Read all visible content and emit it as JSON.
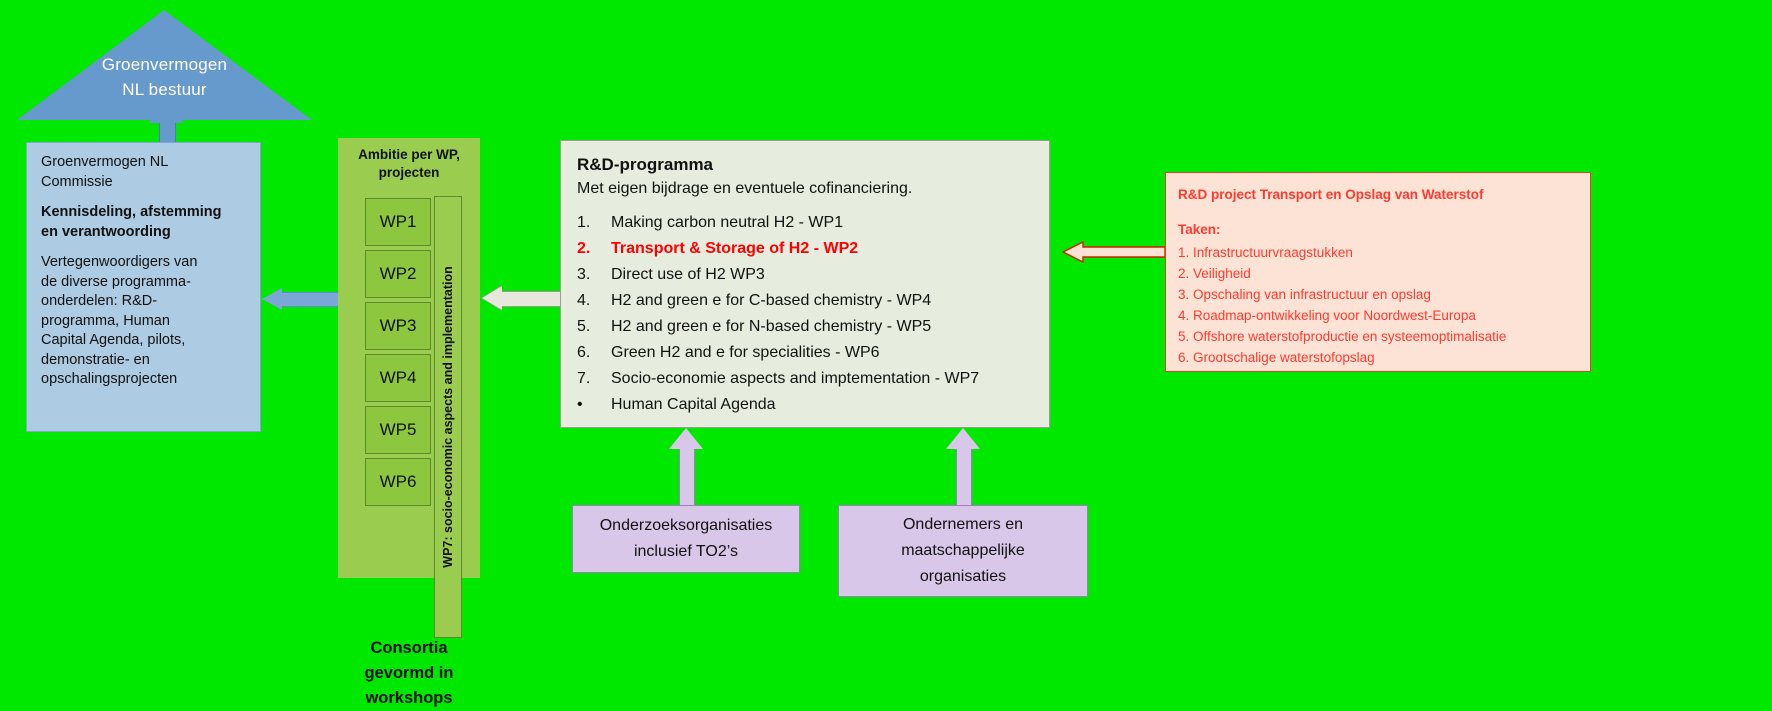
{
  "roof": {
    "line1": "Groenvermogen",
    "line2": "NL bestuur"
  },
  "commission_box": {
    "line1": "Groenvermogen  NL",
    "line2": "Commissie",
    "bold1": "Kennisdeling, afstemming",
    "bold2": "en verantwoording",
    "body": "Vertegenwoordigers van de diverse programma-onderdelen: R&D-programma, Human Capital Agenda, pilots, demonstratie- en opschalingsprojecten",
    "body_lines": [
      "Vertegenwoordigers van",
      "de diverse programma-",
      "onderdelen: R&D-",
      "programma, Human",
      "Capital Agenda, pilots,",
      "demonstratie- en",
      "opschalingsprojecten"
    ]
  },
  "wp_column": {
    "title_line1": "Ambitie per WP,",
    "title_line2": "projecten",
    "items": [
      "WP1",
      "WP2",
      "WP3",
      "WP4",
      "WP5",
      "WP6"
    ],
    "vertical_label": "WP7: socio-economic aspects and implementation",
    "footer_line1": "Consortia",
    "footer_line2": "gevormd in",
    "footer_line3": "workshops"
  },
  "rd_box": {
    "title": "R&D-programma",
    "subtitle": "Met eigen bijdrage en eventuele cofinanciering.",
    "items": [
      {
        "num": "1.",
        "text": "Making carbon neutral H2 -  WP1",
        "highlight": false
      },
      {
        "num": "2.",
        "text": "Transport & Storage of  H2 - WP2",
        "highlight": true
      },
      {
        "num": "3.",
        "text": "Direct use of H2    WP3",
        "highlight": false
      },
      {
        "num": "4.",
        "text": "H2 and green e for C-based chemistry  - WP4",
        "highlight": false
      },
      {
        "num": "5.",
        "text": "H2 and green e for N-based chemistry -  WP5",
        "highlight": false
      },
      {
        "num": "6.",
        "text": "Green H2 and e for specialities  - WP6",
        "highlight": false
      },
      {
        "num": "7.",
        "text": "Socio-economie aspects and imptementation - WP7",
        "highlight": false
      },
      {
        "num": "•",
        "text": "Human Capital Agenda",
        "highlight": false
      }
    ]
  },
  "red_box": {
    "title": "R&D project Transport en Opslag van Waterstof",
    "taken_label": "Taken:",
    "tasks": [
      "1. Infrastructuurvraagstukken",
      "2. Veiligheid",
      "3. Opschaling van infrastructuur en opslag",
      "4. Roadmap-ontwikkeling voor Noordwest-Europa",
      "5. Offshore waterstofproductie en systeemoptimalisatie",
      "6. Grootschalige waterstofopslag"
    ]
  },
  "stakeholders": {
    "research": {
      "line1": "Onderzoeksorganisaties",
      "line2": "inclusief TO2’s"
    },
    "business": {
      "line1": "Ondernemers en",
      "line2": "maatschappelijke",
      "line3": "organisaties"
    }
  },
  "colors": {
    "background": "#00E800",
    "roof": "#6699CC",
    "commission": "#AECBE4",
    "wp_column": "#9ACD4F",
    "wp_item": "#8DC63F",
    "rd_box": "#E6EDDE",
    "red_box_fill": "#FCE3D5",
    "red_text": "#FF3B30",
    "highlight_red": "#FF0000",
    "purple": "#D8C7E8"
  }
}
